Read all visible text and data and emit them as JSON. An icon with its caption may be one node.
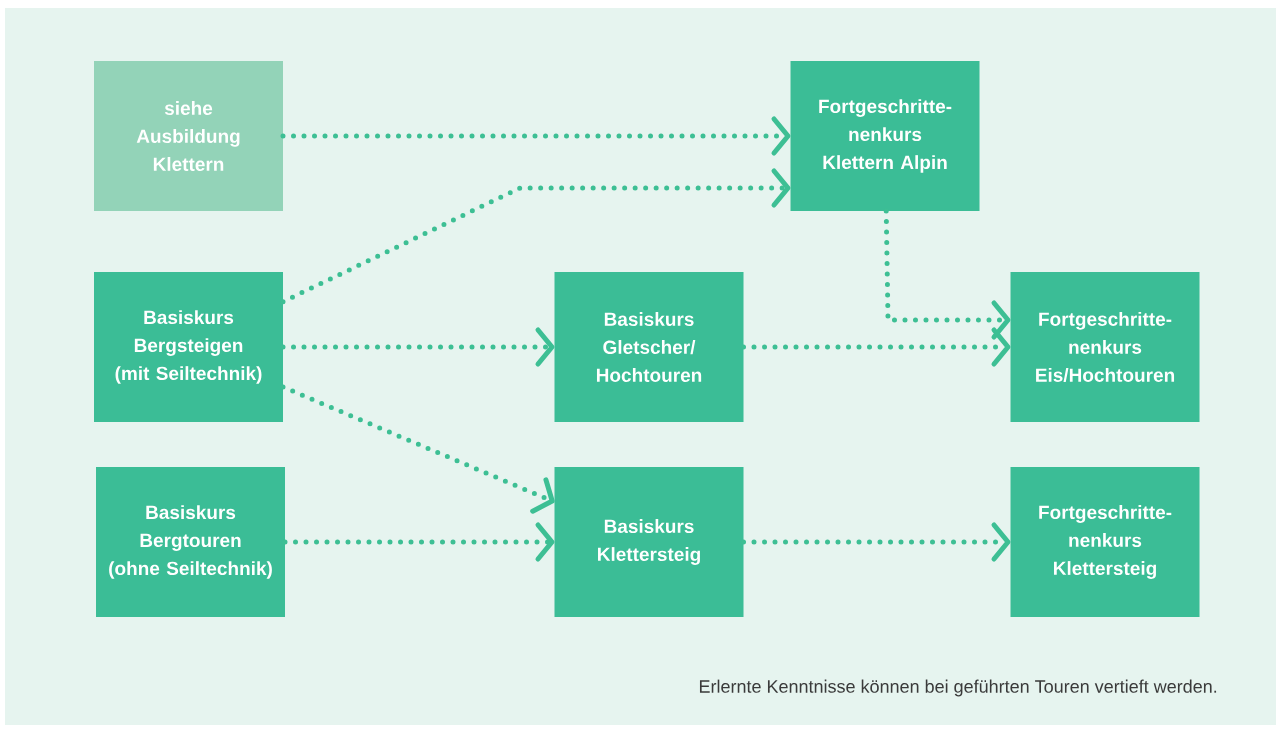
{
  "diagram": {
    "caption": "Erlernte Kenntnisse können bei geführten Touren vertieft werden.",
    "nodes": [
      {
        "text": [
          "siehe Ausbildung Klettern"
        ]
      },
      {
        "text": [
          "Fortgeschritte-nenkurs Klettern Alpin"
        ]
      },
      {
        "text": [
          "Basiskurs Bergsteigen (mit Seiltechnik)"
        ]
      },
      {
        "text": [
          "Basiskurs Gletscher/ Hochtouren"
        ]
      },
      {
        "text": [
          "Fortgeschritte-nenkurs Eis/Hochtouren"
        ]
      },
      {
        "text": [
          "Basiskurs Bergtouren (ohne Seiltechnik)"
        ]
      },
      {
        "text": [
          "Basiskurs Klettersteig"
        ]
      },
      {
        "text": [
          "Fortgeschritte-nenkurs Klettersteig"
        ]
      }
    ],
    "edges": [
      {
        "from": 0,
        "to": 1,
        "arrow": "to"
      },
      {
        "from": 2,
        "to": 1,
        "arrow": "to"
      },
      {
        "from": 2,
        "to": 3,
        "arrow": "to"
      },
      {
        "from": 2,
        "to": 6,
        "arrow": "to"
      },
      {
        "from": 5,
        "to": 6,
        "arrow": "to"
      },
      {
        "from": 3,
        "to": 4,
        "arrow": "to"
      },
      {
        "from": 1,
        "to": 4,
        "arrow": "to"
      },
      {
        "from": 6,
        "to": 7,
        "arrow": "to"
      }
    ]
  }
}
